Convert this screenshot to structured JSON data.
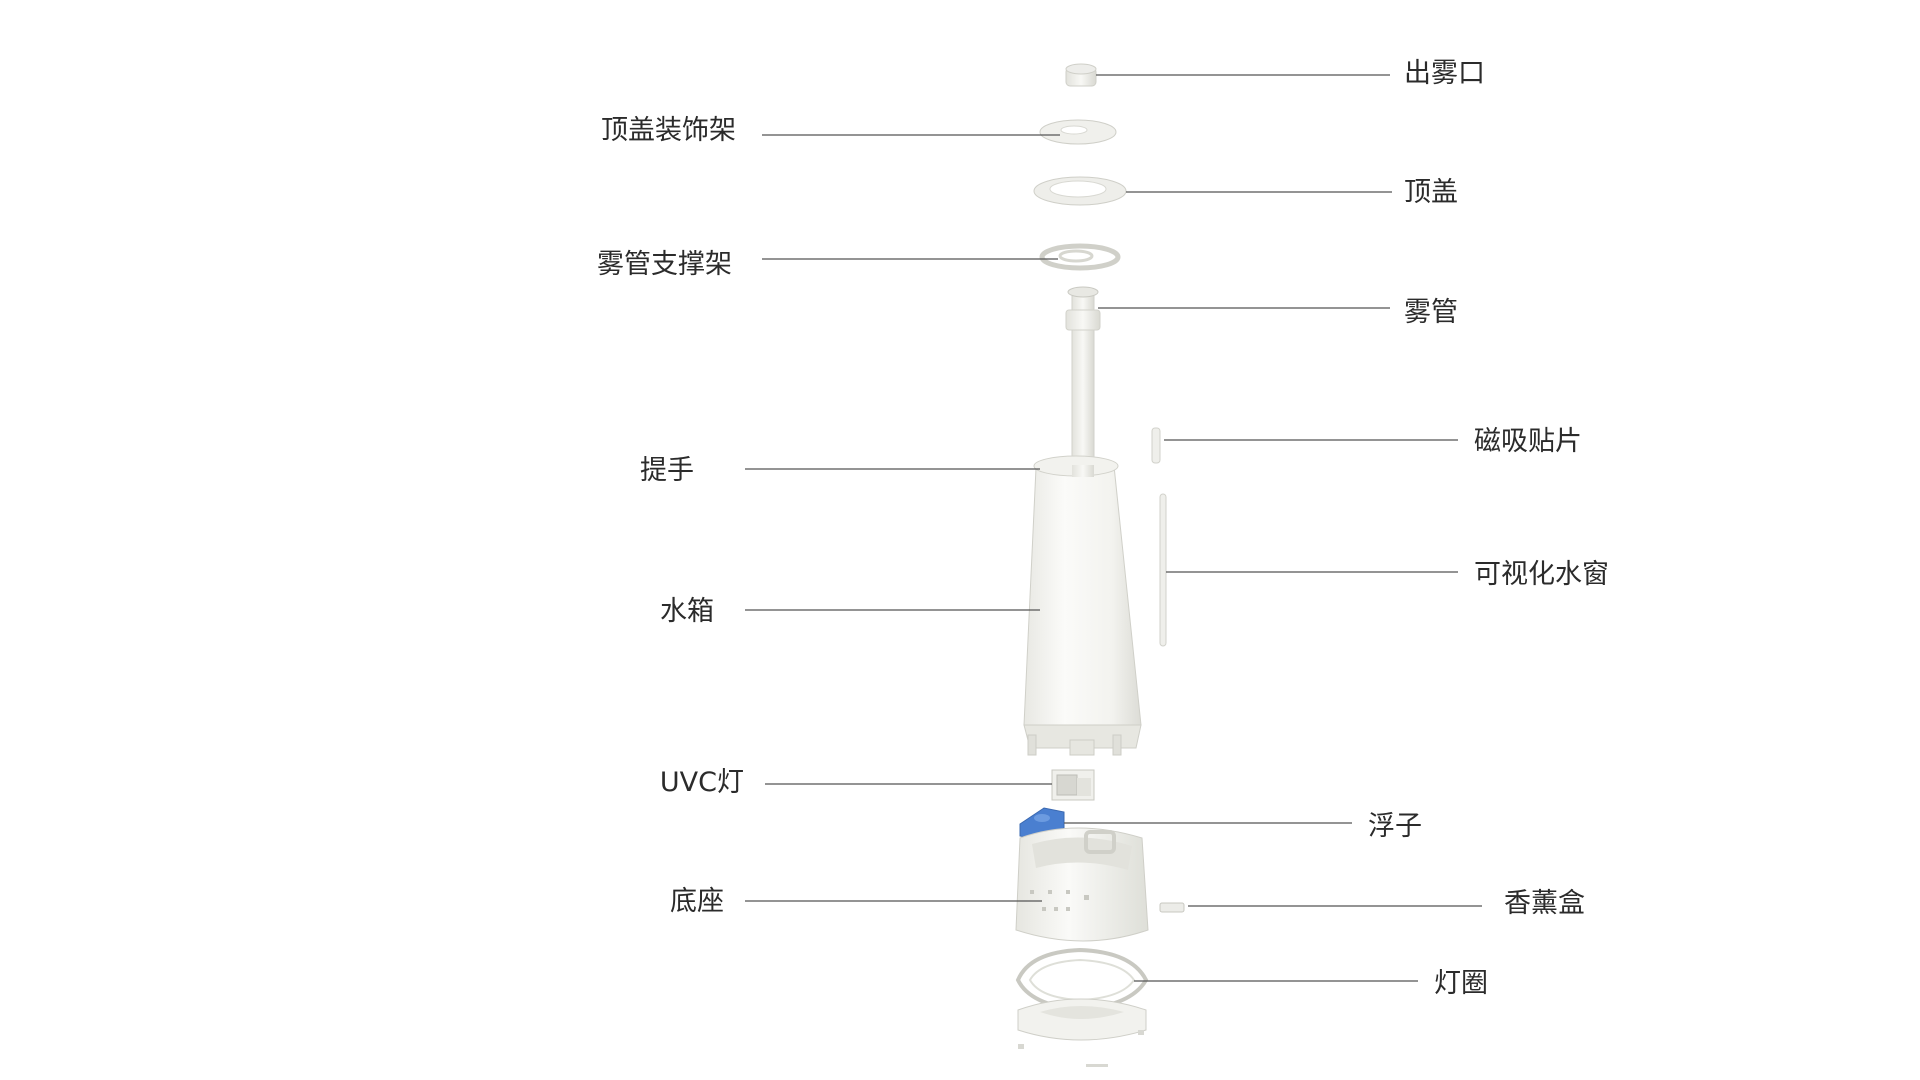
{
  "labels": {
    "mist_outlet": "出雾口",
    "top_cover_frame": "顶盖装饰架",
    "top_cover": "顶盖",
    "mist_tube_bracket": "雾管支撑架",
    "mist_tube": "雾管",
    "magnetic_patch": "磁吸贴片",
    "handle": "提手",
    "visual_water_window": "可视化水窗",
    "water_tank": "水箱",
    "uvc_lamp": "UVC灯",
    "float": "浮子",
    "base": "底座",
    "aroma_box": "香薰盒",
    "light_ring": "灯圈"
  },
  "colors": {
    "line": "#555555",
    "part_fill": "#f4f4f1",
    "part_shade": "#e2e2dc",
    "part_edge": "#c9c9c2",
    "float_blue": "#4a7fd0"
  }
}
